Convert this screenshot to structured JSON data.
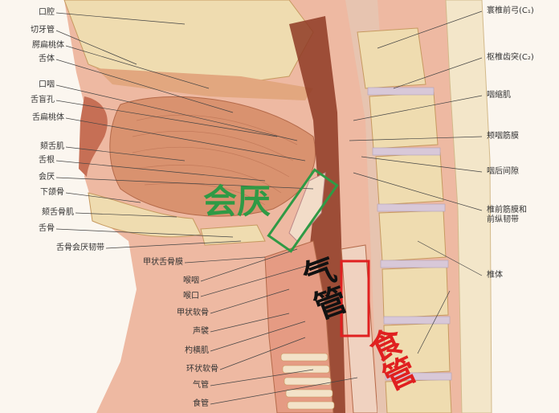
{
  "colors": {
    "green": "#2f9a45",
    "red": "#e02020",
    "dark": "#111111",
    "bone": "#efdcb0",
    "muscle": "#d9926f",
    "tissue": "#eeb9a2"
  },
  "left_labels": [
    "口腔",
    "切牙管",
    "腭扁桃体",
    "舌体",
    "口咽",
    "舌盲孔",
    "舌扁桃体",
    "颏舌肌",
    "舌根",
    "会厌",
    "下颌骨",
    "颏舌骨肌",
    "舌骨",
    "舌骨会厌韧带"
  ],
  "lower_labels": [
    "甲状舌骨膜",
    "喉咽",
    "喉口",
    "甲状软骨",
    "声襞",
    "杓横肌",
    "环状软骨",
    "气管",
    "食管"
  ],
  "right_labels": [
    "寰椎前弓(C₁)",
    "枢椎齿突(C₂)",
    "咽缩肌",
    "颊咽筋膜",
    "咽后间隙",
    "椎前筋膜和\n前纵韧带",
    "椎体"
  ],
  "annotations": {
    "epiglottis": "会厌",
    "trachea": "气管",
    "esophagus": "食管"
  }
}
